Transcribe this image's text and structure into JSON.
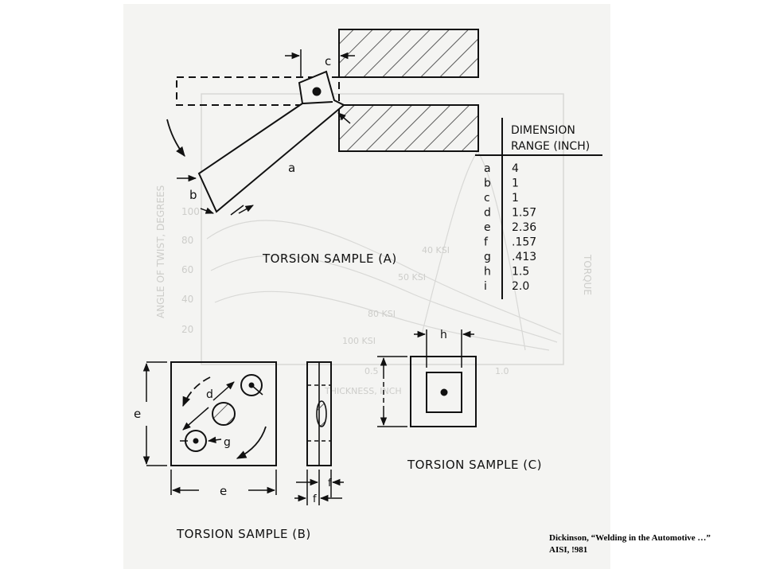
{
  "labels": {
    "sample_a": "TORSION SAMPLE (A)",
    "sample_b": "TORSION SAMPLE (B)",
    "sample_c": "TORSION SAMPLE (C)"
  },
  "dim_letters": {
    "a": "a",
    "b": "b",
    "c": "c",
    "d": "d",
    "e": "e",
    "f": "f",
    "g": "g",
    "h": "h"
  },
  "table": {
    "header_line1": "DIMENSION",
    "header_line2": "RANGE (INCH)",
    "rows": [
      {
        "dim": "a",
        "value": "4"
      },
      {
        "dim": "b",
        "value": "1"
      },
      {
        "dim": "c",
        "value": "1"
      },
      {
        "dim": "d",
        "value": "1.57"
      },
      {
        "dim": "e",
        "value": "2.36"
      },
      {
        "dim": "f",
        "value": ".157"
      },
      {
        "dim": "g",
        "value": ".413"
      },
      {
        "dim": "h",
        "value": "1.5"
      },
      {
        "dim": "i",
        "value": "2.0"
      }
    ]
  },
  "ghost": {
    "y_ticks": [
      "100",
      "80",
      "60",
      "40",
      "20"
    ],
    "ylabel": "ANGLE OF TWIST, DEGREES",
    "curves": [
      "40 KSI",
      "50 KSI",
      "80 KSI",
      "100 KSI"
    ],
    "x_ticks": [
      "0.5",
      "1.0"
    ],
    "xlabel": "THICKNESS, INCH",
    "right_label": "TORQUE"
  },
  "citation": {
    "line1": "Dickinson, “Welding in the Automotive …”",
    "line2": "AISI, !981"
  }
}
